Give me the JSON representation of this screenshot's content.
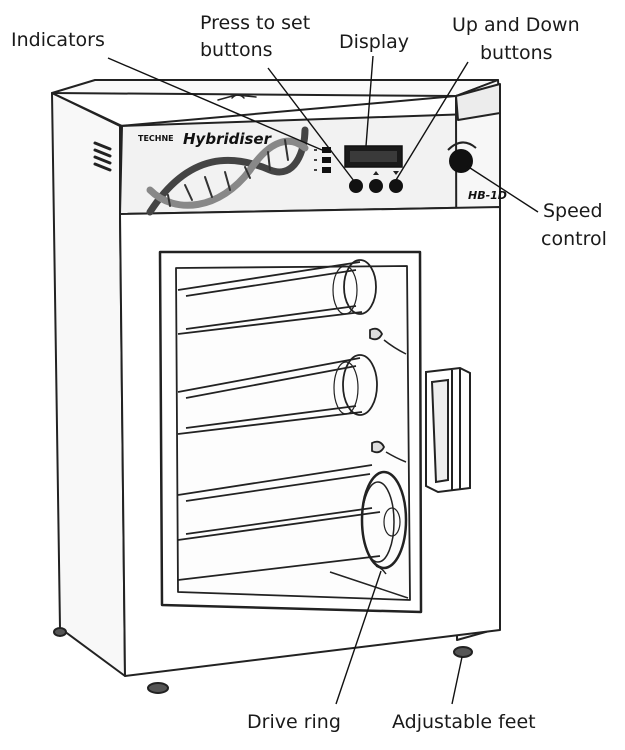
{
  "labels": {
    "indicators": "Indicators",
    "press_to_set_line1": "Press to set",
    "press_to_set_line2": "buttons",
    "display": "Display",
    "up_down_line1": "Up and Down",
    "up_down_line2": "buttons",
    "speed_line1": "Speed",
    "speed_line2": "control",
    "drive_ring": "Drive ring",
    "adjustable_feet": "Adjustable feet"
  },
  "device": {
    "brand": "TECHNE",
    "product_name": "Hybridiser",
    "model": "HB-1D"
  }
}
